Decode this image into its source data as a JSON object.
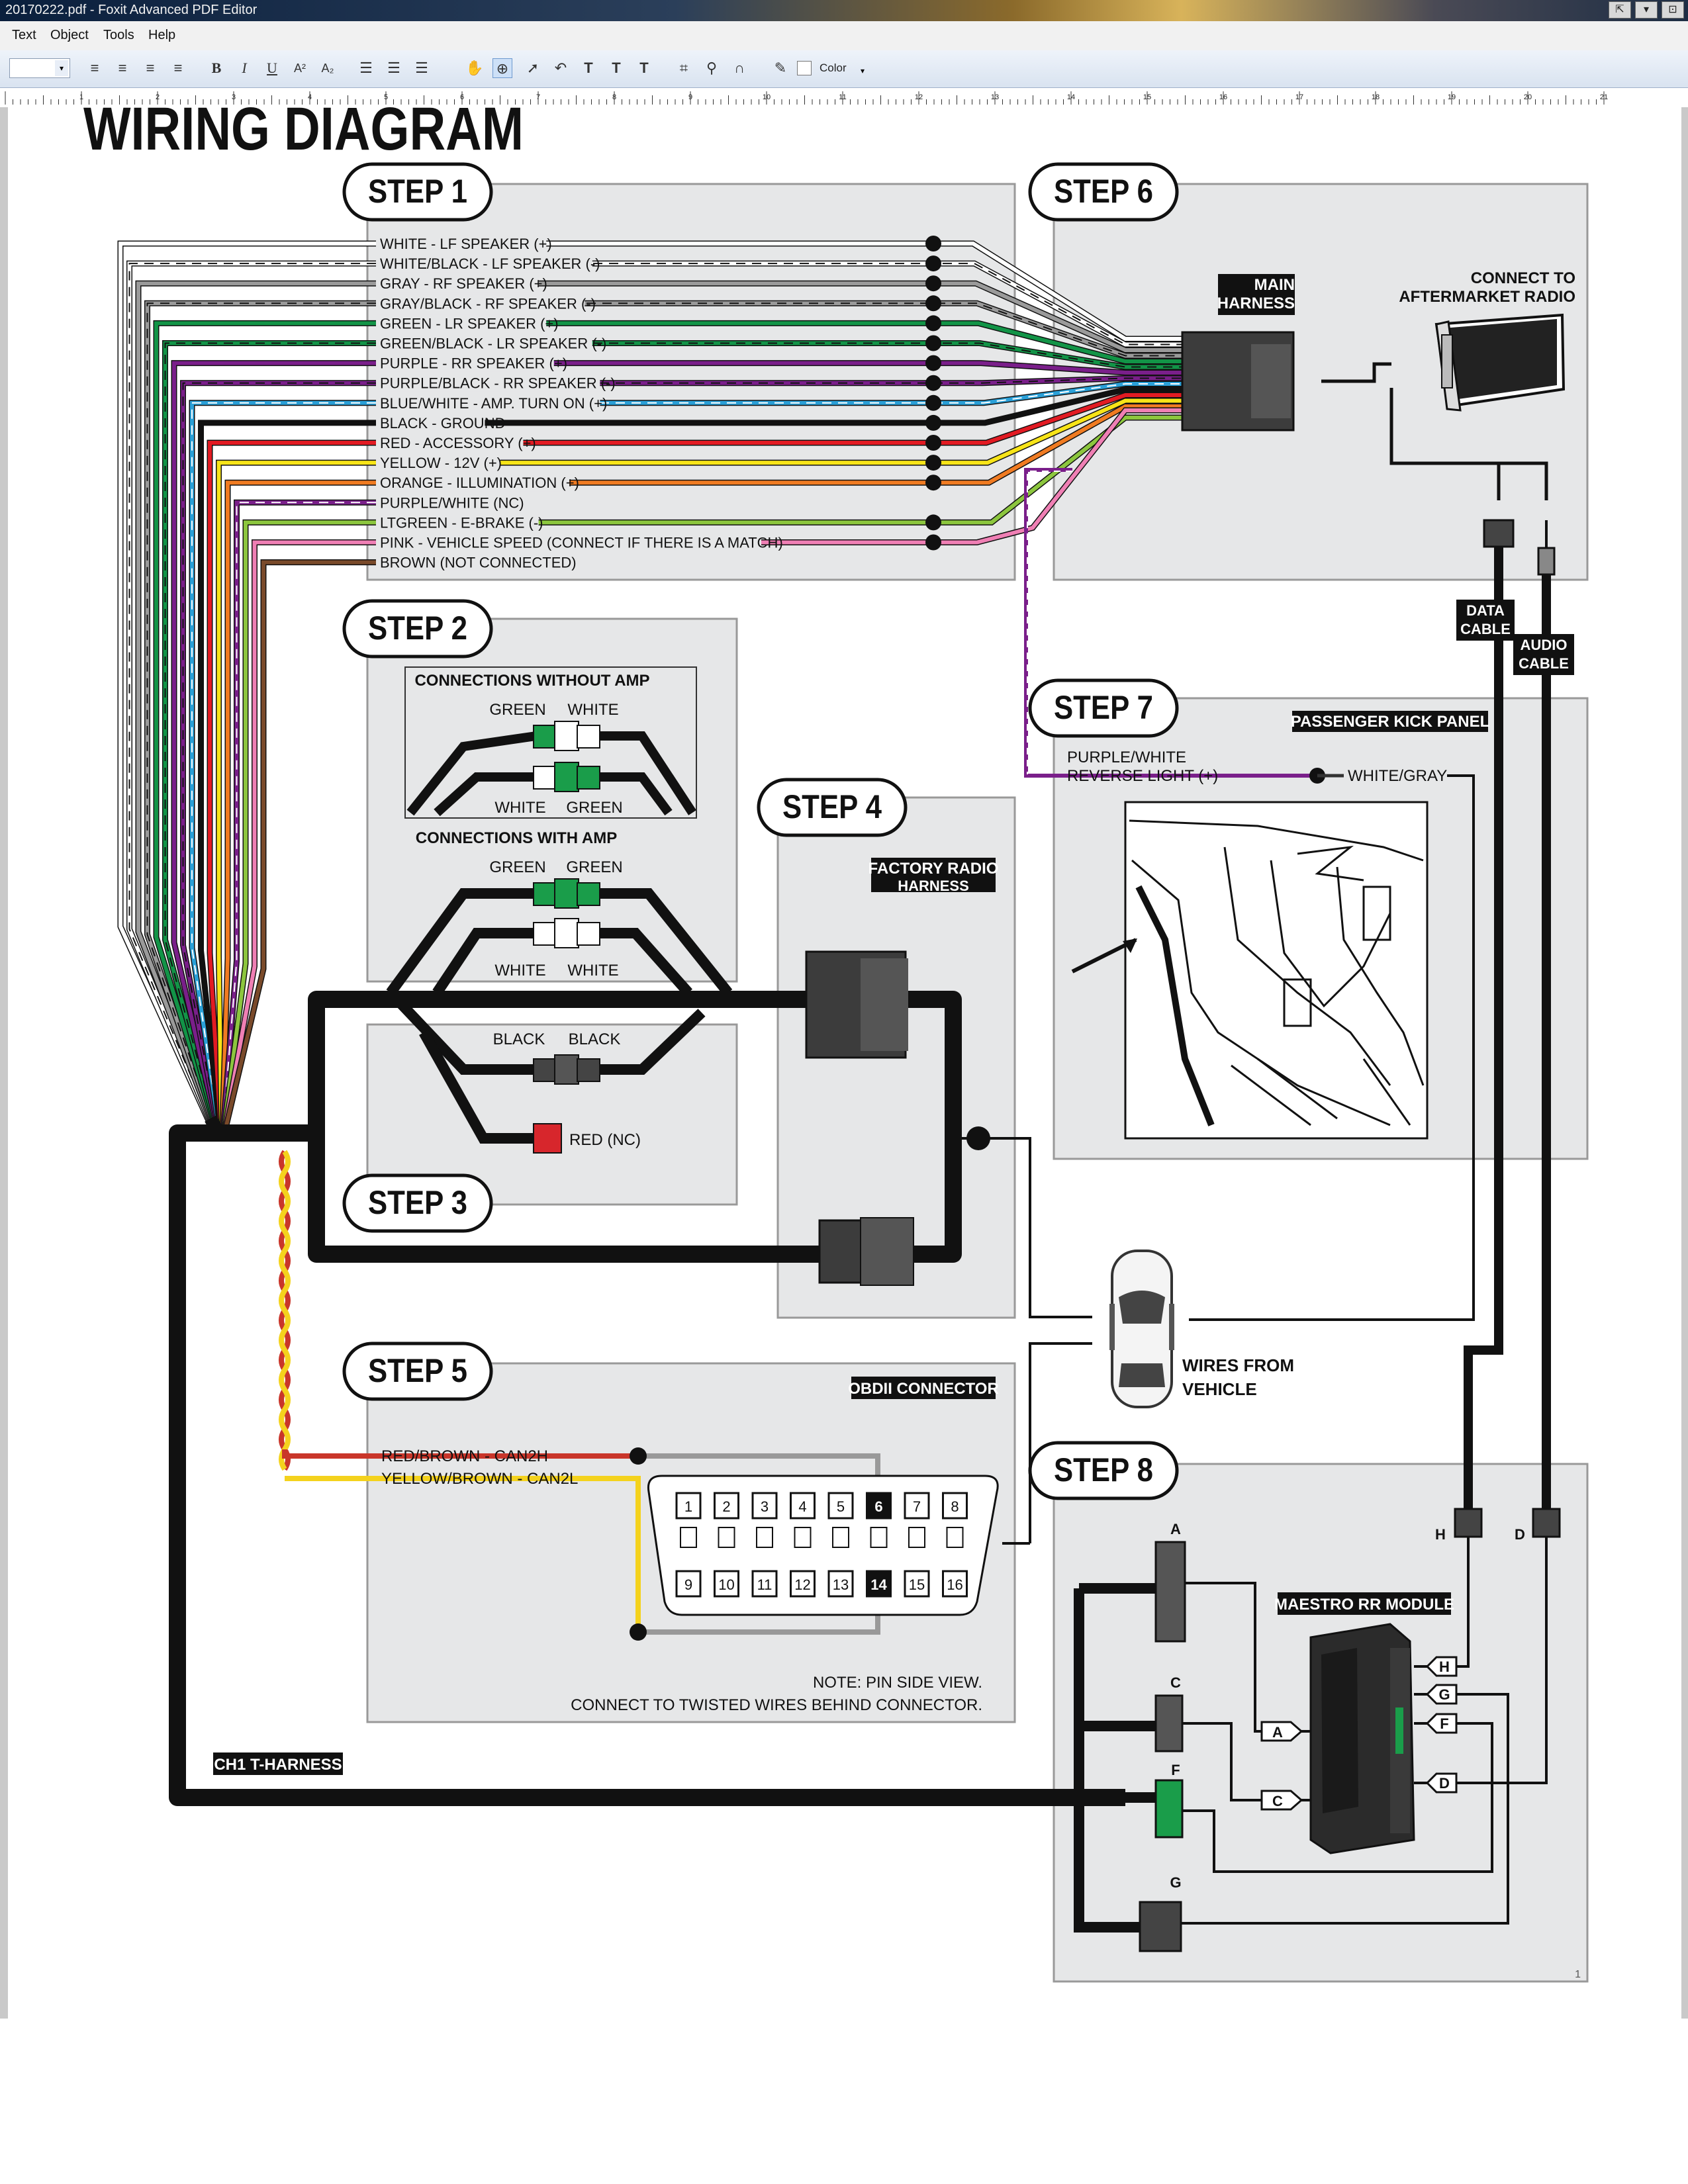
{
  "window": {
    "title": "20170222.pdf - Foxit Advanced PDF Editor",
    "buttons": [
      "⇱",
      "▾",
      "⊡"
    ]
  },
  "menu": {
    "items": [
      "Text",
      "Object",
      "Tools",
      "Help"
    ]
  },
  "toolbar": {
    "font_size_value": "",
    "color_label": "Color",
    "tools": [
      "align-left-icon",
      "align-center-icon",
      "align-right-icon",
      "justify-icon",
      "bold-icon",
      "italic-icon",
      "underline-icon",
      "superscript-icon",
      "subscript-icon",
      "list-icon",
      "list-icon",
      "list-icon",
      "hand-tool-icon",
      "zoom-tool-icon",
      "select-tool-icon",
      "undo-icon",
      "text-tool-icon",
      "text-tool-icon",
      "text-tool-icon",
      "crop-icon",
      "link-icon",
      "path-icon",
      "eyedropper-icon"
    ]
  },
  "ruler": {
    "marks": [
      "1",
      "2",
      "3",
      "4",
      "5",
      "6",
      "7",
      "8",
      "9",
      "10",
      "11",
      "12",
      "13",
      "14",
      "15",
      "16",
      "17",
      "18",
      "19",
      "20",
      "21"
    ]
  },
  "doc": {
    "heading": "WIRING DIAGRAM",
    "page_number": "1",
    "steps": {
      "s1": "STEP 1",
      "s2": "STEP 2",
      "s3": "STEP 3",
      "s4": "STEP 4",
      "s5": "STEP 5",
      "s6": "STEP 6",
      "s7": "STEP 7",
      "s8": "STEP 8"
    },
    "wires": [
      {
        "label": "WHITE - LF SPEAKER (+)",
        "color": "#ffffff",
        "stripe": null,
        "dot": true,
        "bus": true
      },
      {
        "label": "WHITE/BLACK - LF SPEAKER (-)",
        "color": "#ffffff",
        "stripe": "#111111",
        "dot": true,
        "bus": true
      },
      {
        "label": "GRAY - RF SPEAKER (+)",
        "color": "#9a9a9a",
        "stripe": null,
        "dot": true,
        "bus": true
      },
      {
        "label": "GRAY/BLACK - RF SPEAKER (-)",
        "color": "#9a9a9a",
        "stripe": "#111111",
        "dot": true,
        "bus": true
      },
      {
        "label": "GREEN - LR SPEAKER (+)",
        "color": "#129447",
        "stripe": null,
        "dot": true,
        "bus": true
      },
      {
        "label": "GREEN/BLACK - LR SPEAKER (-)",
        "color": "#129447",
        "stripe": "#111111",
        "dot": true,
        "bus": true
      },
      {
        "label": "PURPLE - RR SPEAKER (+)",
        "color": "#7a1f8a",
        "stripe": null,
        "dot": true,
        "bus": true
      },
      {
        "label": "PURPLE/BLACK - RR SPEAKER (-)",
        "color": "#7a1f8a",
        "stripe": "#111111",
        "dot": true,
        "bus": true
      },
      {
        "label": "BLUE/WHITE - AMP. TURN ON (+)",
        "color": "#2aa0d8",
        "stripe": "#ffffff",
        "dot": true,
        "bus": true
      },
      {
        "label": "BLACK - GROUND",
        "color": "#111111",
        "stripe": null,
        "dot": true,
        "bus": true
      },
      {
        "label": "RED - ACCESSORY (+)",
        "color": "#e21b23",
        "stripe": null,
        "dot": true,
        "bus": true
      },
      {
        "label": "YELLOW - 12V (+)",
        "color": "#f7e418",
        "stripe": null,
        "dot": true,
        "bus": true
      },
      {
        "label": "ORANGE - ILLUMINATION (+)",
        "color": "#f07b22",
        "stripe": null,
        "dot": true,
        "bus": true
      },
      {
        "label": "PURPLE/WHITE (NC)",
        "color": "#7a1f8a",
        "stripe": "#ffffff",
        "dot": false,
        "bus": false
      },
      {
        "label": "LTGREEN - E-BRAKE (-)",
        "color": "#8cc63e",
        "stripe": null,
        "dot": true,
        "bus": true
      },
      {
        "label": "PINK - VEHICLE SPEED (CONNECT IF THERE IS A MATCH)",
        "color": "#ef7fb4",
        "stripe": null,
        "dot": true,
        "bus": false
      },
      {
        "label": "BROWN (NOT CONNECTED)",
        "color": "#7a4a2a",
        "stripe": null,
        "dot": false,
        "bus": false
      }
    ],
    "step6": {
      "main_harness": [
        "MAIN",
        "HARNESS"
      ],
      "connect_to": [
        "CONNECT TO",
        "AFTERMARKET RADIO"
      ]
    },
    "step2": {
      "without_amp": "CONNECTIONS WITHOUT AMP",
      "with_amp": "CONNECTIONS WITH AMP",
      "green": "GREEN",
      "white": "WHITE",
      "black": "BLACK",
      "red_nc": "RED (NC)"
    },
    "step4": {
      "factory_radio": [
        "FACTORY RADIO",
        "HARNESS"
      ]
    },
    "step7": {
      "kick_panel": "PASSENGER KICK PANEL",
      "purple_white": "PURPLE/WHITE",
      "reverse_light": "REVERSE LIGHT (+)",
      "white_gray": "WHITE/GRAY"
    },
    "data_cable": [
      "DATA",
      "CABLE"
    ],
    "audio_cable": [
      "AUDIO",
      "CABLE"
    ],
    "wires_from_vehicle": [
      "WIRES FROM",
      "VEHICLE"
    ],
    "step5": {
      "obd": "OBDII CONNECTOR",
      "can_h": "RED/BROWN - CAN2H",
      "can_l": "YELLOW/BROWN - CAN2L",
      "pins_top": [
        "1",
        "2",
        "3",
        "4",
        "5",
        "6",
        "7",
        "8"
      ],
      "pins_bottom": [
        "9",
        "10",
        "11",
        "12",
        "13",
        "14",
        "15",
        "16"
      ],
      "highlight_pins": [
        "6",
        "14"
      ],
      "note": [
        "NOTE: PIN SIDE VIEW.",
        "CONNECT TO TWISTED WIRES BEHIND CONNECTOR."
      ]
    },
    "t_harness": "CH1 T-HARNESS",
    "step8": {
      "module": "MAESTRO RR MODULE",
      "ports": [
        "H",
        "G",
        "F",
        "D"
      ],
      "left_ports": [
        "A",
        "C"
      ],
      "plugs": [
        "A",
        "C",
        "F",
        "G"
      ],
      "cable_ends": [
        "H",
        "D"
      ]
    },
    "colors": {
      "panel": "#e6e7e8",
      "panel_border": "#999999",
      "harness": "#111111",
      "can_red": "#c9362a",
      "can_yellow": "#f4d21d",
      "green_plug": "#1a9d4a",
      "red_plug": "#d7262c"
    }
  }
}
